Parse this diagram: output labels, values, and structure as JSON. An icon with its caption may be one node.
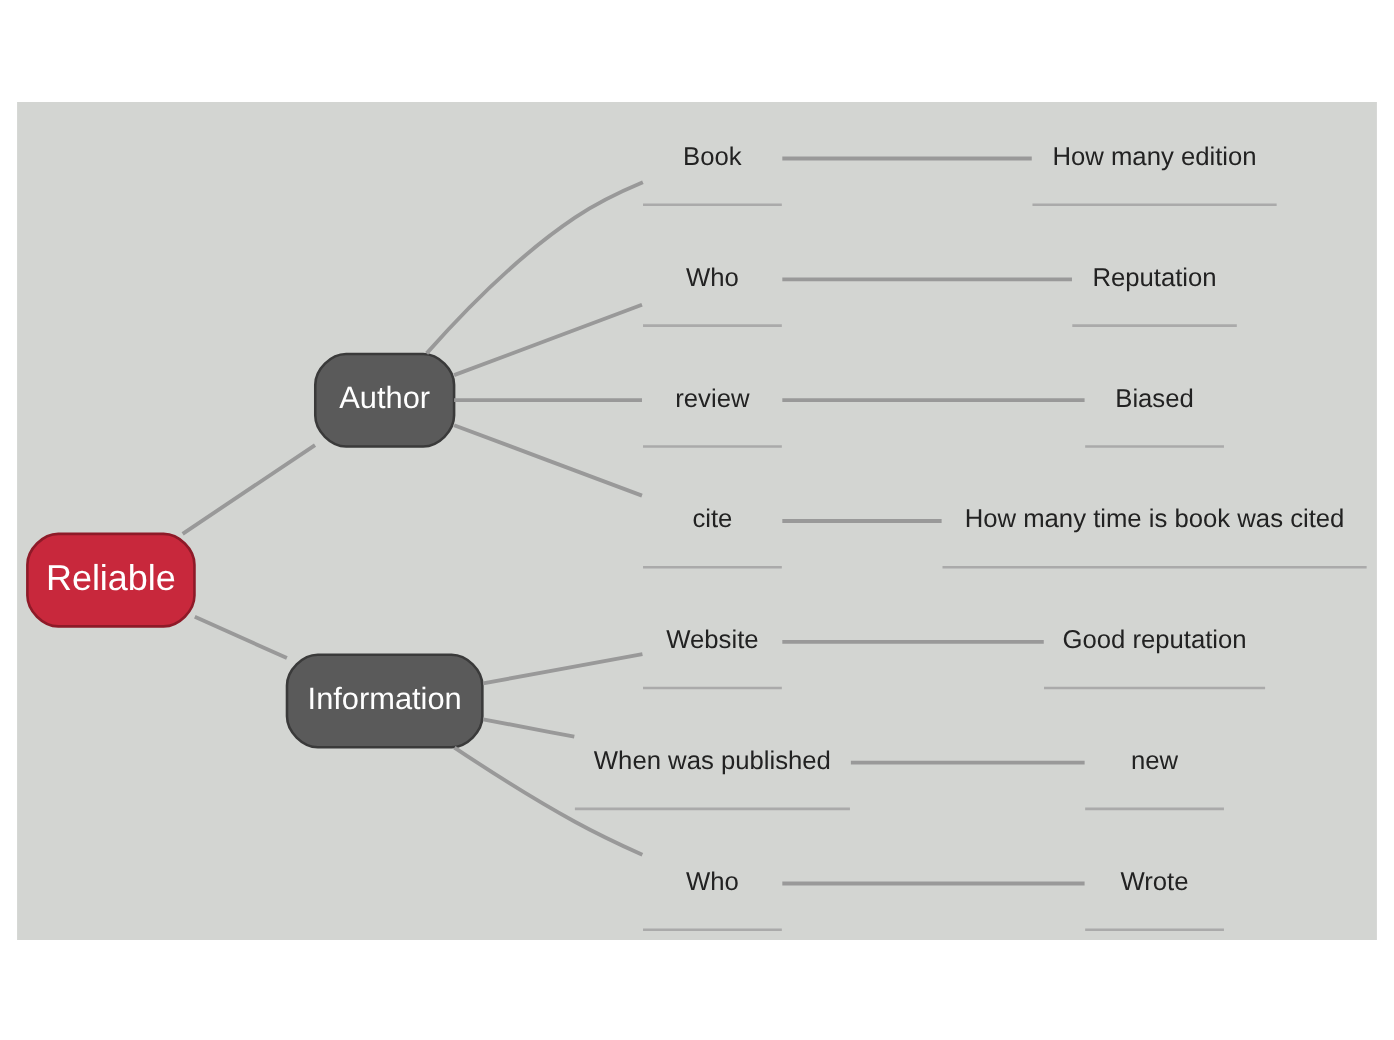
{
  "diagram": {
    "nodes": [
      {
        "text": [
          "Reliable"
        ]
      },
      {
        "text": [
          "Author"
        ]
      },
      {
        "text": [
          "Book"
        ]
      },
      {
        "text": [
          "How many edition"
        ]
      },
      {
        "text": [
          "Who"
        ]
      },
      {
        "text": [
          "Reputation"
        ]
      },
      {
        "text": [
          "review"
        ]
      },
      {
        "text": [
          "Biased"
        ]
      },
      {
        "text": [
          "cite"
        ]
      },
      {
        "text": [
          "How many time is book was cited"
        ]
      },
      {
        "text": [
          "Information"
        ]
      },
      {
        "text": [
          "Website"
        ]
      },
      {
        "text": [
          "Good reputation"
        ]
      },
      {
        "text": [
          "When was published"
        ]
      },
      {
        "text": [
          "new"
        ]
      },
      {
        "text": [
          "Who"
        ]
      },
      {
        "text": [
          "Wrote"
        ]
      }
    ],
    "edges": [
      {
        "from": 0,
        "to": 1,
        "arrow": "none"
      },
      {
        "from": 1,
        "to": 2,
        "arrow": "none"
      },
      {
        "from": 2,
        "to": 3,
        "arrow": "none"
      },
      {
        "from": 1,
        "to": 4,
        "arrow": "none"
      },
      {
        "from": 4,
        "to": 5,
        "arrow": "none"
      },
      {
        "from": 1,
        "to": 6,
        "arrow": "none"
      },
      {
        "from": 6,
        "to": 7,
        "arrow": "none"
      },
      {
        "from": 1,
        "to": 8,
        "arrow": "none"
      },
      {
        "from": 8,
        "to": 9,
        "arrow": "none"
      },
      {
        "from": 0,
        "to": 10,
        "arrow": "none"
      },
      {
        "from": 10,
        "to": 11,
        "arrow": "none"
      },
      {
        "from": 11,
        "to": 12,
        "arrow": "none"
      },
      {
        "from": 10,
        "to": 13,
        "arrow": "none"
      },
      {
        "from": 13,
        "to": 14,
        "arrow": "none"
      },
      {
        "from": 10,
        "to": 15,
        "arrow": "none"
      },
      {
        "from": 15,
        "to": 16,
        "arrow": "none"
      }
    ]
  }
}
